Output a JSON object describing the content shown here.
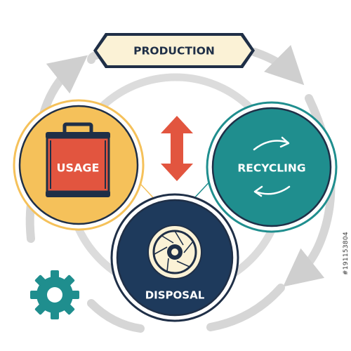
{
  "diagram": {
    "production_label": "PRODUCTION",
    "usage_label": "USAGE",
    "recycling_label": "RECYCLING",
    "disposal_label": "DISPOSAL"
  },
  "watermark": {
    "stock_id": "#191153804"
  },
  "colors": {
    "ring_gray": "#d6d6d6",
    "outline_dark": "#1f2f47",
    "usage_fill": "#f5c15a",
    "usage_canister": "#e2553f",
    "recycling_fill": "#1f8e8e",
    "disposal_fill": "#1e3a5c",
    "arrow_red": "#e2553f",
    "gear_teal": "#1f8e8e",
    "banner_fill": "#fbf2d6"
  },
  "icons": [
    "canister-icon",
    "recycle-arrows-icon",
    "aperture-icon",
    "gear-icon",
    "double-arrow-icon"
  ]
}
